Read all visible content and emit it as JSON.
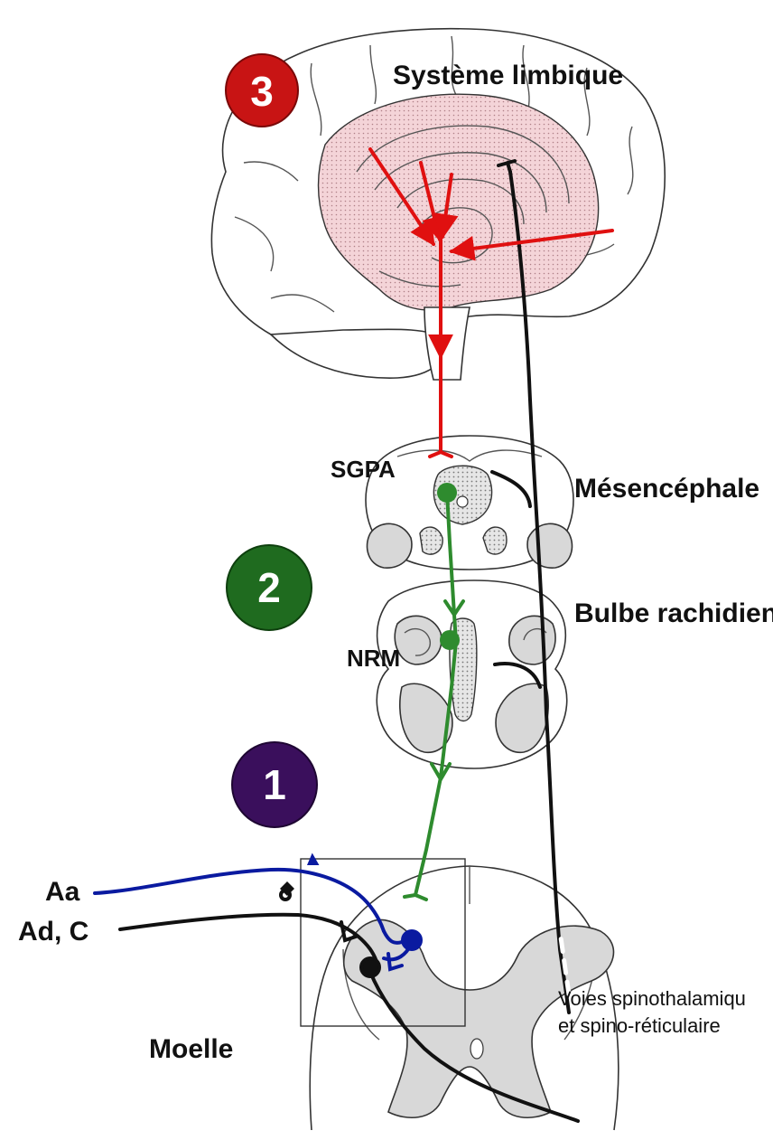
{
  "labels": {
    "limbic": "Système limbique",
    "sgpa": "SGPA",
    "mesencephale": "Mésencéphale",
    "nrm": "NRM",
    "bulbe": "Bulbe rachidien",
    "aa": "Aa",
    "adc": "Ad, C",
    "moelle": "Moelle",
    "voies_line1": "Voies spinothalamiqu",
    "voies_line2": "et spino-réticulaire"
  },
  "badges": [
    {
      "number": "3",
      "color": "#c81414"
    },
    {
      "number": "2",
      "color": "#1f6b1f"
    },
    {
      "number": "1",
      "color": "#3a0f5c"
    }
  ],
  "colors": {
    "descending_limbic": "#e01010",
    "descending_brainstem": "#2e8b2e",
    "afferent_aa": "#0a1aa0",
    "afferent_adc": "#111111",
    "ascending_pathway": "#111111",
    "limbic_fill": "#f4d4d8",
    "grey_matter": "#d8d8d8"
  }
}
